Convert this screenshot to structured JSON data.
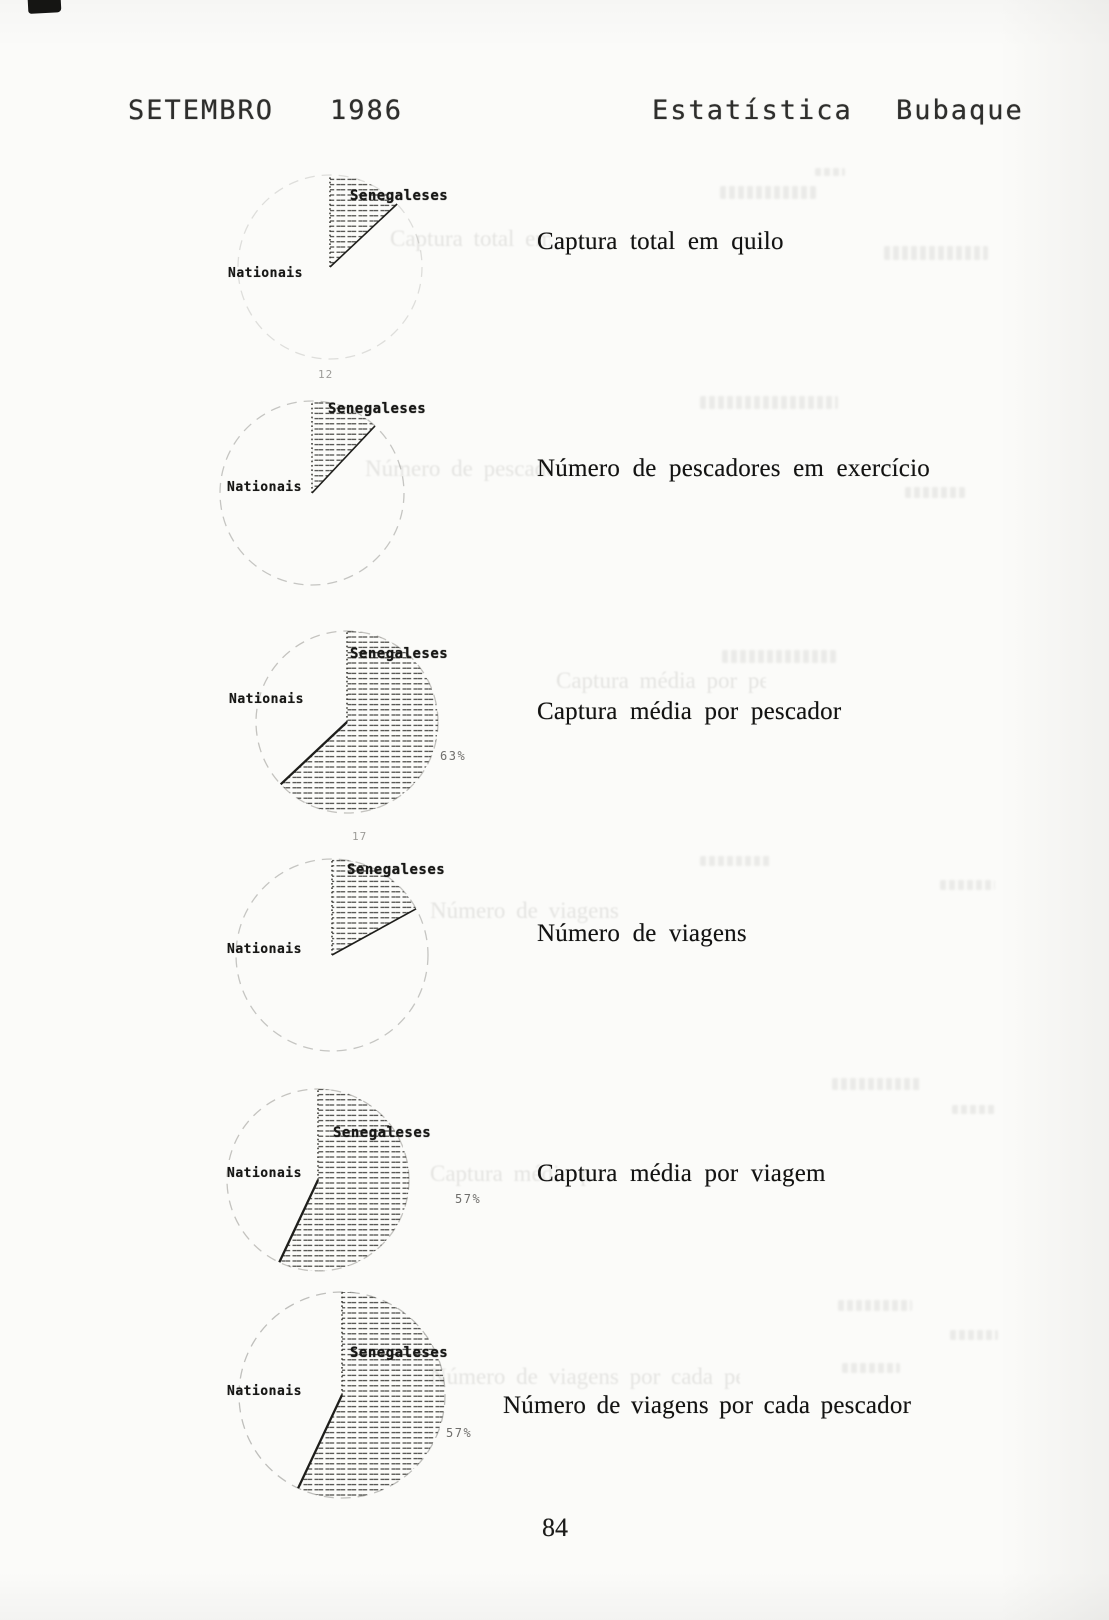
{
  "header": {
    "month": "SETEMBRO",
    "year": "1986",
    "title": "Estatística",
    "location": "Bubaque"
  },
  "charts": [
    {
      "caption": "Captura total em quilo",
      "label_senegaleses": "Senegaleses",
      "label_nationais": "Nationais",
      "annotation": ""
    },
    {
      "caption": "Número de pescadores em exercício",
      "label_senegaleses": "Senegaleses",
      "label_nationais": "Nationais",
      "annotation": "12"
    },
    {
      "caption": "Captura média por pescador",
      "label_senegaleses": "Senegaleses",
      "label_nationais": "Nationais",
      "annotation": "63%"
    },
    {
      "caption": "Número de viagens",
      "label_senegaleses": "Senegaleses",
      "label_nationais": "Nationais",
      "annotation": "17"
    },
    {
      "caption": "Captura média por viagem",
      "label_senegaleses": "Senegaleses",
      "label_nationais": "Nationais",
      "annotation": "57%"
    },
    {
      "caption": "Número de viagens por cada pescador",
      "label_senegaleses": "Senegaleses",
      "label_nationais": "Nationais",
      "annotation": "57%"
    }
  ],
  "page_number": "84",
  "chart_data": [
    {
      "type": "pie",
      "title": "Captura total em quilo",
      "categories": [
        "Senegaleses",
        "Nationais"
      ],
      "values": [
        13,
        87
      ]
    },
    {
      "type": "pie",
      "title": "Número de pescadores em exercício",
      "categories": [
        "Senegaleses",
        "Nationais"
      ],
      "values": [
        12,
        88
      ]
    },
    {
      "type": "pie",
      "title": "Captura média por pescador",
      "categories": [
        "Senegaleses",
        "Nationais"
      ],
      "values": [
        63,
        37
      ]
    },
    {
      "type": "pie",
      "title": "Número de viagens",
      "categories": [
        "Senegaleses",
        "Nationais"
      ],
      "values": [
        17,
        83
      ]
    },
    {
      "type": "pie",
      "title": "Captura média por viagem",
      "categories": [
        "Senegaleses",
        "Nationais"
      ],
      "values": [
        57,
        43
      ]
    },
    {
      "type": "pie",
      "title": "Número de viagens por cada pescador",
      "categories": [
        "Senegaleses",
        "Nationais"
      ],
      "values": [
        57,
        43
      ]
    }
  ]
}
